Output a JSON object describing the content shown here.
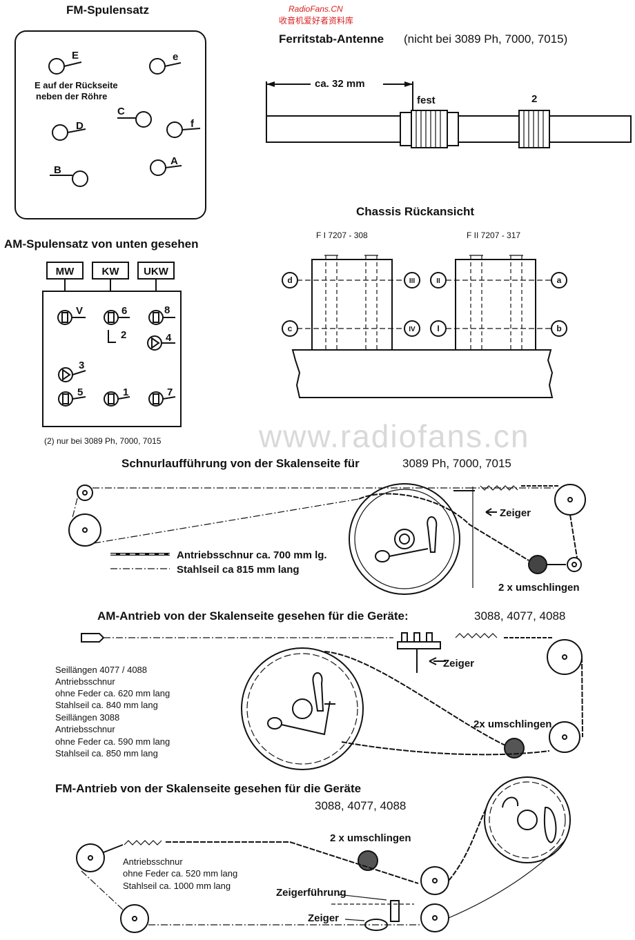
{
  "watermark": {
    "brand": "RadioFans.CN",
    "chinese": "收音机爱好者资料库",
    "url": "www.radiofans.cn"
  },
  "fm_coilset": {
    "title": "FM-Spulensatz",
    "labels": [
      "E",
      "e",
      "C",
      "D",
      "f",
      "B",
      "A"
    ],
    "note_line1": "E auf der Rückseite",
    "note_line2": "neben der Röhre"
  },
  "ferrite": {
    "title": "Ferritstab-Antenne",
    "note": "(nicht bei 3089 Ph, 7000, 7015)",
    "dimension": "ca. 32 mm",
    "label_fixed": "fest",
    "label_2": "2"
  },
  "chassis": {
    "title": "Chassis Rückansicht",
    "filter1": "F I 7207 - 308",
    "filter2": "F II 7207 - 317",
    "points": [
      "d",
      "c",
      "III",
      "IV",
      "II",
      "I",
      "a",
      "b"
    ]
  },
  "am_coilset": {
    "title": "AM-Spulensatz von unten gesehen",
    "bands": [
      "MW",
      "KW",
      "UKW"
    ],
    "numbers": [
      "V",
      "6",
      "8",
      "2",
      "4",
      "3",
      "5",
      "1",
      "7"
    ],
    "footnote": "(2)  nur bei 3089 Ph, 7000, 7015"
  },
  "cord1": {
    "title_bold": "Schnurlaufführung von der Skalenseite für",
    "title_models": "3089 Ph, 7000, 7015",
    "legend_drive": "Antriebsschnur ca. 700 mm lg.",
    "legend_steel": "Stahlseil ca 815 mm lang",
    "pointer": "Zeiger",
    "wrap": "2 x umschlingen"
  },
  "am_drive": {
    "title_bold": "AM-Antrieb von der Skalenseite gesehen für die Geräte:",
    "title_models": "3088, 4077, 4088",
    "pointer": "Zeiger",
    "wrap": "2x umschlingen",
    "lengths": [
      "Seillängen  4077 / 4088",
      "Antriebsschnur",
      "ohne Feder ca. 620 mm lang",
      "Stahlseil ca. 840 mm lang",
      "Seillängen  3088",
      "Antriebsschnur",
      "ohne Feder ca. 590 mm lang",
      "Stahlseil ca. 850 mm lang"
    ]
  },
  "fm_drive": {
    "title_bold": "FM-Antrieb von der Skalenseite gesehen für die Geräte",
    "title_models": "3088, 4077, 4088",
    "wrap": "2 x umschlingen",
    "guide": "Zeigerführung",
    "pointer": "Zeiger",
    "lengths": [
      "Antriebsschnur",
      "ohne Feder ca. 520 mm lang",
      "Stahlseil ca. 1000 mm lang"
    ]
  }
}
